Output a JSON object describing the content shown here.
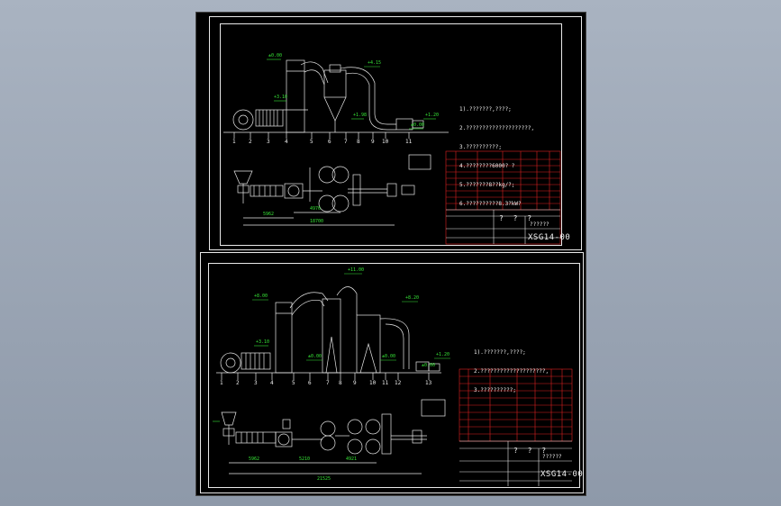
{
  "sheets": [
    {
      "notes": [
        "1).???????,????;",
        "2.????????????????????,",
        "3.??????????;",
        "4.????????6000? ?",
        "5.???????8??kg/?;",
        "6.??????????8.3?kW?"
      ],
      "parts_numbers": [
        "1",
        "2",
        "3",
        "4",
        "5",
        "6",
        "7",
        "8",
        "9",
        "10",
        "11"
      ],
      "title_qm": "? ? ?",
      "title_name": "??????",
      "drawing_code": "XSG14-00",
      "elevations": [
        "±0.00",
        "+3.10",
        "+4.15",
        "+1.20",
        "±0.00",
        "+1.98"
      ],
      "dims": [
        "5962",
        "4976",
        "18700"
      ]
    },
    {
      "notes": [
        "1).???????,????;",
        "2.????????????????????,",
        "3.??????????;"
      ],
      "parts_numbers": [
        "1",
        "2",
        "3",
        "4",
        "5",
        "6",
        "7",
        "8",
        "9",
        "10",
        "11",
        "12",
        "13"
      ],
      "title_qm": "? ? ?",
      "title_name": "??????",
      "drawing_code": "XSG14-00",
      "elevations": [
        "+11.00",
        "+8.00",
        "+3.10",
        "+8.20",
        "±0.00",
        "±0.00",
        "+1.20",
        "±0.00"
      ],
      "dims": [
        "5962",
        "5210",
        "4921",
        "21525"
      ]
    }
  ],
  "colors": {
    "background": "#000000",
    "lines": "#e8e8e8",
    "dimension_text": "#36e336",
    "table_lines": "#e02020"
  }
}
